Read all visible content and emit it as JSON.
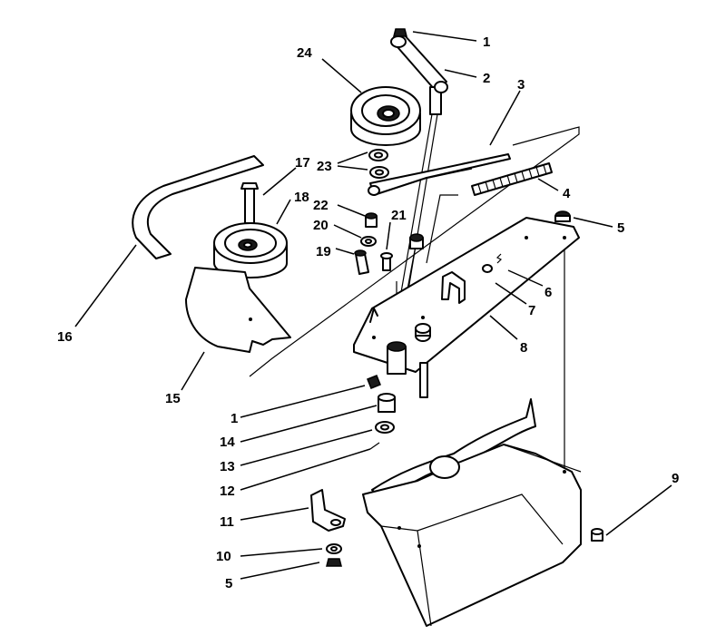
{
  "callouts": [
    {
      "id": "c1a",
      "text": "1"
    },
    {
      "id": "c2",
      "text": "2"
    },
    {
      "id": "c3",
      "text": "3"
    },
    {
      "id": "c4",
      "text": "4"
    },
    {
      "id": "c5a",
      "text": "5"
    },
    {
      "id": "c6",
      "text": "6"
    },
    {
      "id": "c7",
      "text": "7"
    },
    {
      "id": "c8",
      "text": "8"
    },
    {
      "id": "c9",
      "text": "9"
    },
    {
      "id": "c10",
      "text": "10"
    },
    {
      "id": "c11",
      "text": "11"
    },
    {
      "id": "c12",
      "text": "12"
    },
    {
      "id": "c13",
      "text": "13"
    },
    {
      "id": "c14",
      "text": "14"
    },
    {
      "id": "c1b",
      "text": "1"
    },
    {
      "id": "c15",
      "text": "15"
    },
    {
      "id": "c16",
      "text": "16"
    },
    {
      "id": "c17",
      "text": "17"
    },
    {
      "id": "c18",
      "text": "18"
    },
    {
      "id": "c19",
      "text": "19"
    },
    {
      "id": "c20",
      "text": "20"
    },
    {
      "id": "c21",
      "text": "21"
    },
    {
      "id": "c22",
      "text": "22"
    },
    {
      "id": "c23",
      "text": "23"
    },
    {
      "id": "c24",
      "text": "24"
    },
    {
      "id": "c5b",
      "text": "5"
    }
  ]
}
